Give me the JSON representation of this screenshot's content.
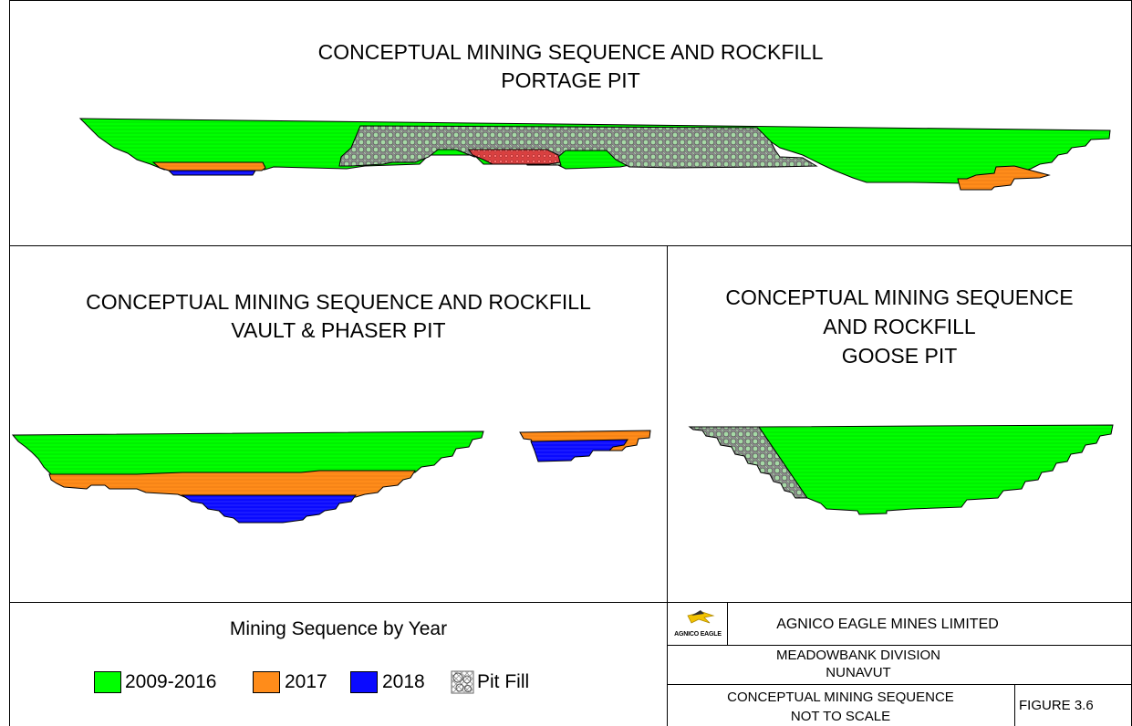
{
  "panels": {
    "portage": {
      "title_line1": "CONCEPTUAL MINING SEQUENCE AND ROCKFILL",
      "title_line2": "PORTAGE PIT"
    },
    "vault": {
      "title_line1": "CONCEPTUAL MINING SEQUENCE AND ROCKFILL",
      "title_line2": "VAULT & PHASER PIT"
    },
    "goose": {
      "title_line1": "CONCEPTUAL MINING SEQUENCE",
      "title_line2": "AND ROCKFILL",
      "title_line3": "GOOSE PIT"
    }
  },
  "legend": {
    "title": "Mining Sequence by Year",
    "items": [
      {
        "label": "2009-2016",
        "color": "#00ff00"
      },
      {
        "label": "2017",
        "color": "#ff8c1a"
      },
      {
        "label": "2018",
        "color": "#0a0aff"
      },
      {
        "label": "Pit Fill",
        "color": "#9a9a9a"
      }
    ]
  },
  "title_block": {
    "logo_text": "AGNICO EAGLE",
    "company": "AGNICO EAGLE MINES LIMITED",
    "division_line1": "MEADOWBANK DIVISION",
    "division_line2": "NUNAVUT",
    "drawing_title_line1": "CONCEPTUAL MINING SEQUENCE",
    "drawing_title_line2": "NOT TO SCALE",
    "figure": "FIGURE 3.6"
  },
  "colors": {
    "green": "#00ff00",
    "orange": "#ff8c1a",
    "blue": "#0a0aff",
    "red": "#d94040",
    "fill_gray": "#8c8c8c"
  }
}
